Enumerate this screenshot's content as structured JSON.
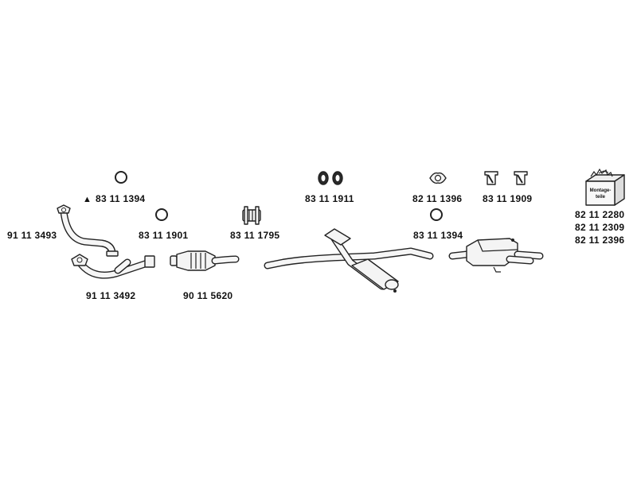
{
  "parts": {
    "p9111_3493": "91 11 3493",
    "p9111_3492": "91 11 3492",
    "p9011_5620": "90 11 5620",
    "p8311_1394_a": "83 11 1394",
    "p8311_1901": "83 11 1901",
    "p8311_1795": "83 11 1795",
    "p8311_1911": "83 11 1911",
    "p8211_1396": "82 11 1396",
    "p8311_1394_b": "83 11 1394",
    "p8311_1909": "83 11 1909",
    "p8211_2280": "82 11 2280",
    "p8211_2309": "82 11 2309",
    "p8211_2396": "82 11 2396"
  },
  "markers": {
    "triangle": "▲"
  },
  "mounting_kit": {
    "line1": "Montage-",
    "line2": "teile"
  }
}
